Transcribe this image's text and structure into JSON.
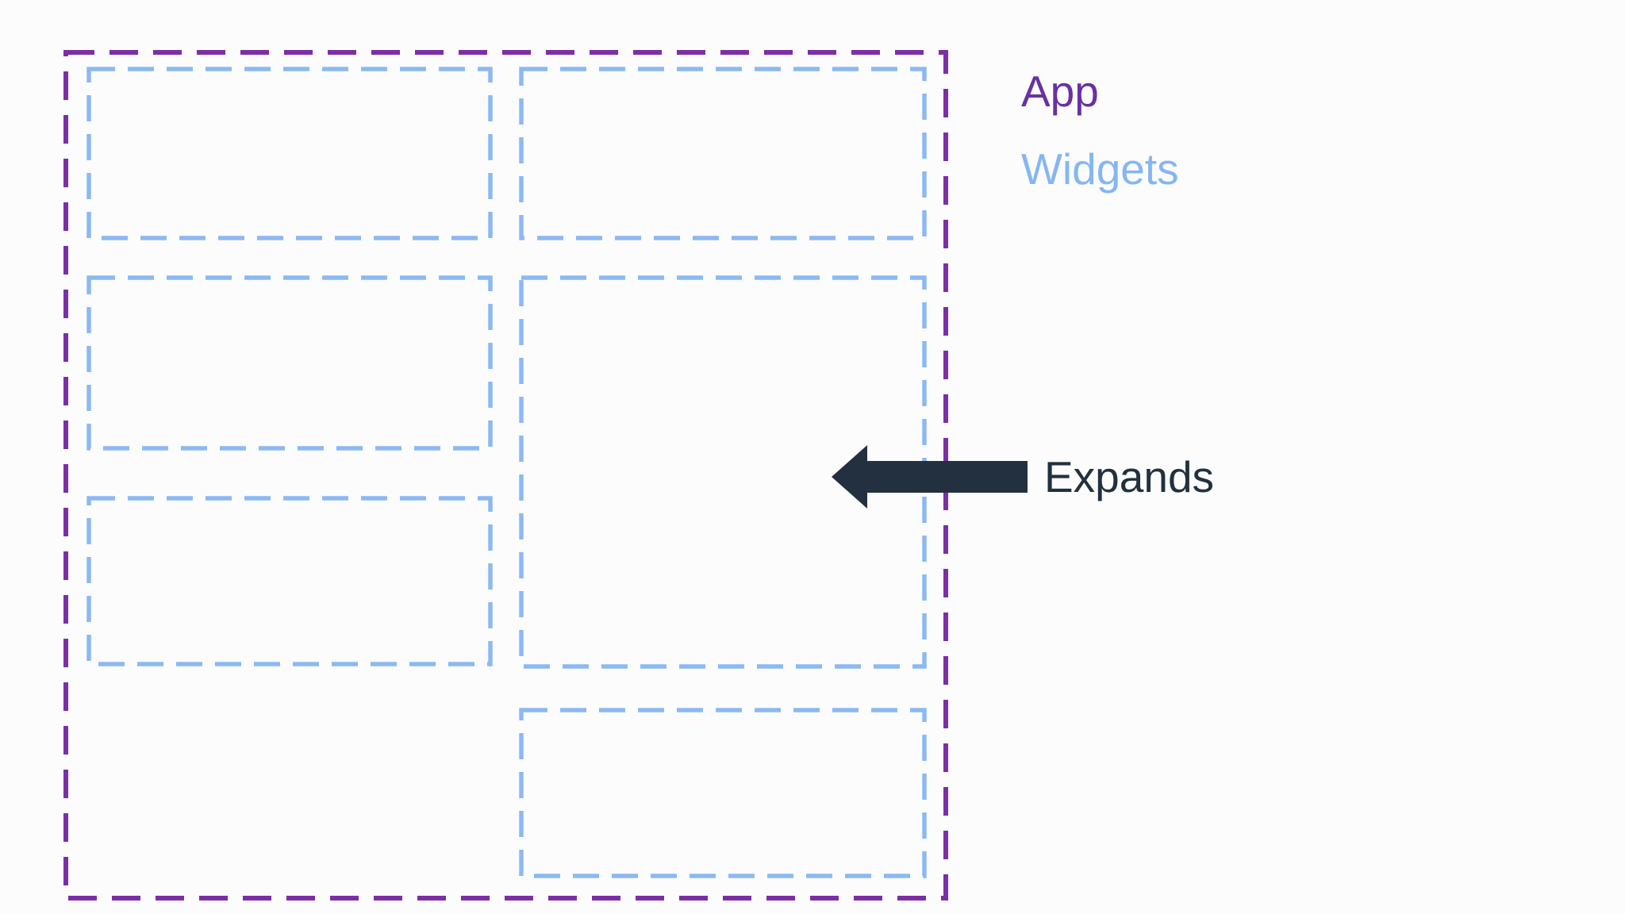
{
  "labels": {
    "app": "App",
    "widgets": "Widgets",
    "expands": "Expands"
  },
  "legend": [
    {
      "label": "App",
      "color": "#6831a2"
    },
    {
      "label": "Widgets",
      "color": "#85b6f4"
    }
  ],
  "annotation": {
    "label": "Expands",
    "icon": "left-arrow-icon",
    "points_to": "large expanded widget"
  },
  "widget_count": 6,
  "colors": {
    "app_border": "#7c2fa5",
    "widget_border": "#8cb9f3",
    "app_label": "#6831a2",
    "widgets_label": "#85b6f4",
    "arrow": "#22303f",
    "expands_label": "#22303f",
    "background": "#fcfcfd"
  }
}
